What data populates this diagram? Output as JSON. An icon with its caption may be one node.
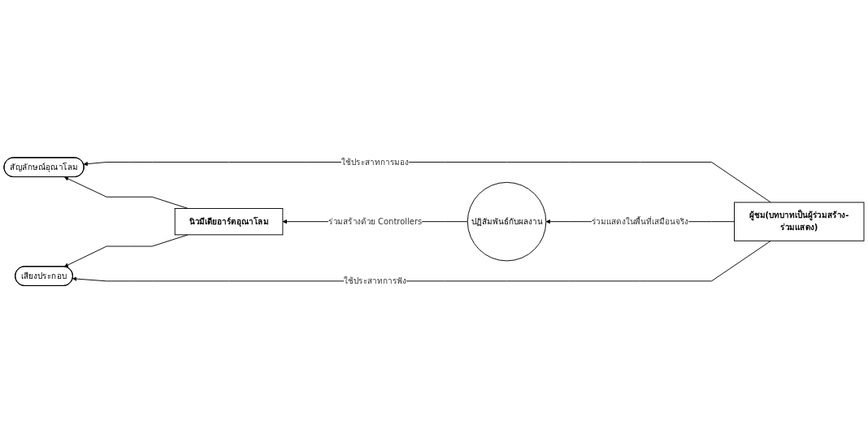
{
  "diagram": {
    "nodes": [
      {
        "text": [
          "สัญลักษณ์อุณาโลม"
        ]
      },
      {
        "text": [
          "นิวมีเดียอาร์ตอุณาโลม"
        ]
      },
      {
        "text": [
          "ปฏิสัมพันธ์กับผลงาน"
        ]
      },
      {
        "text": [
          "ผู้ชม(บทบาทเป็นผู้ร่วมสร้าง-ร่วมแสดง)"
        ]
      },
      {
        "text": [
          "เสียงประกอบ"
        ]
      }
    ],
    "edges": [
      {
        "from": 1,
        "to": 0,
        "arrow": "to"
      },
      {
        "from": 2,
        "to": 1,
        "label": "ร่วมสร้างด้วย Controllers",
        "arrow": "to"
      },
      {
        "from": 1,
        "to": 4,
        "arrow": "to"
      },
      {
        "from": 3,
        "to": 0,
        "label": "ใช้ประสาทการมอง",
        "arrow": "to"
      },
      {
        "from": 3,
        "to": 2,
        "label": "ร่วมแสดงในพื้นที่เสมือนจริง",
        "arrow": "to"
      },
      {
        "from": 3,
        "to": 4,
        "label": "ใช้ประสาทการฟัง",
        "arrow": "to"
      }
    ]
  }
}
